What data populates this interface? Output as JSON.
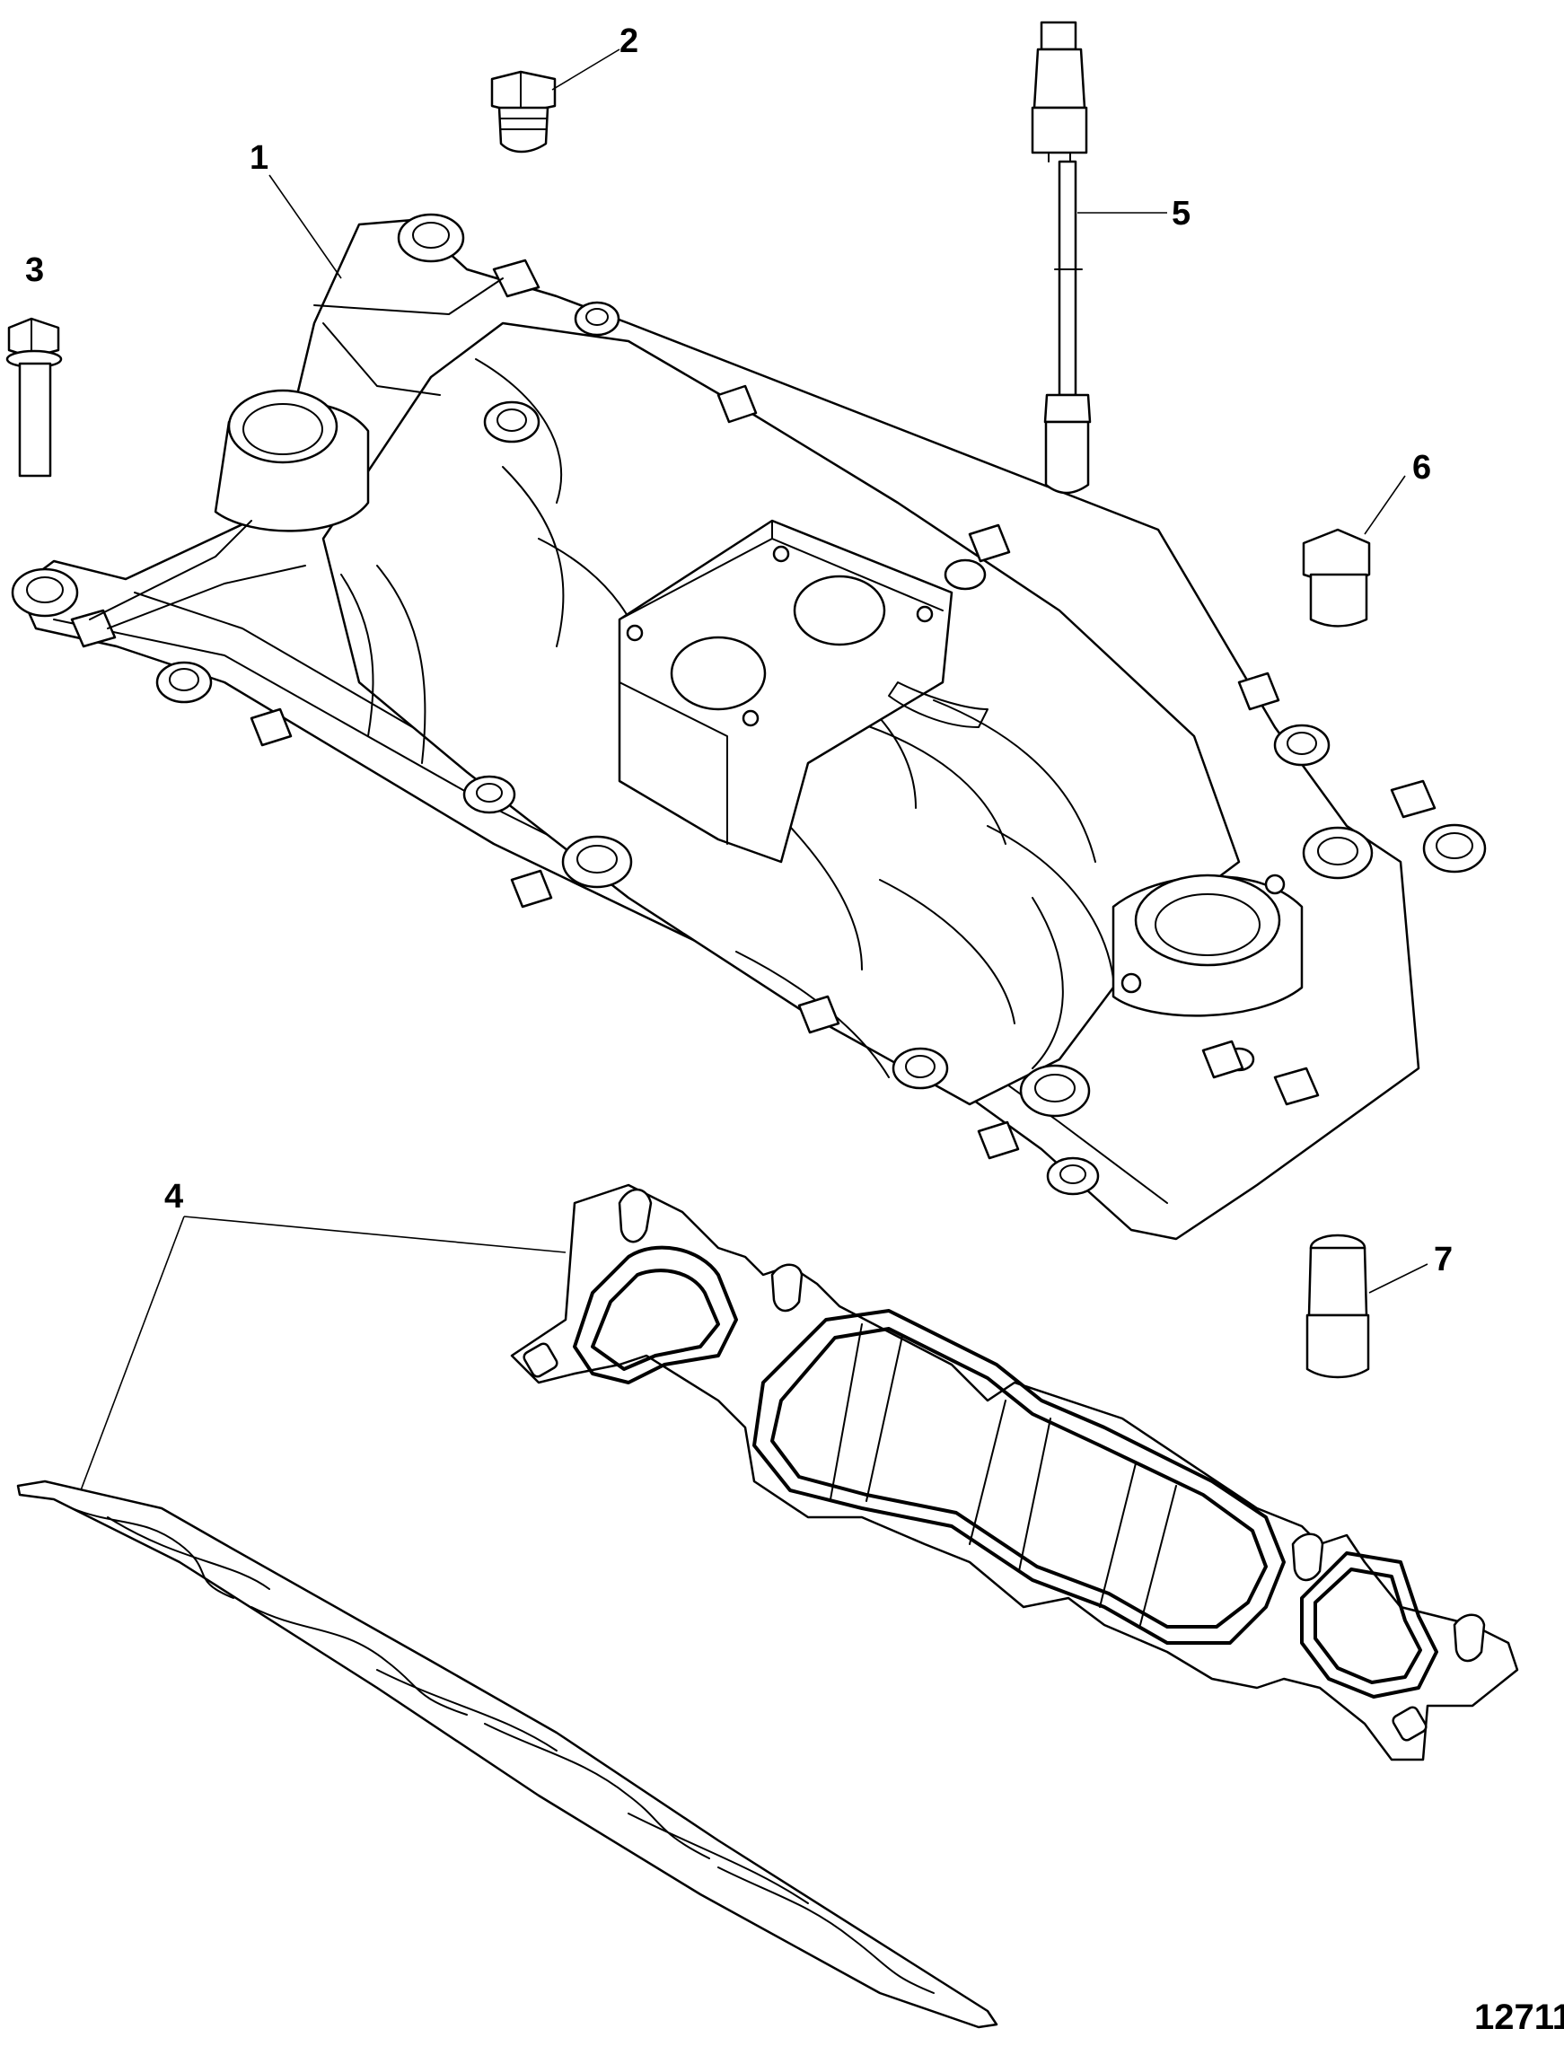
{
  "callouts": [
    {
      "id": "1",
      "label": "1"
    },
    {
      "id": "2",
      "label": "2"
    },
    {
      "id": "3",
      "label": "3"
    },
    {
      "id": "4",
      "label": "4"
    },
    {
      "id": "5",
      "label": "5"
    },
    {
      "id": "6",
      "label": "6"
    },
    {
      "id": "7",
      "label": "7"
    }
  ],
  "figure_number": "12711"
}
